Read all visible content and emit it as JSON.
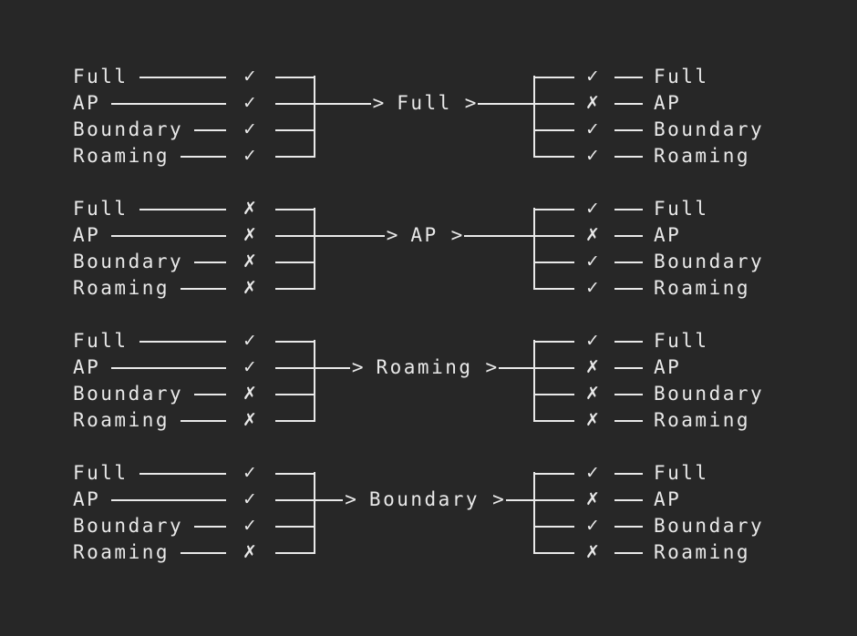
{
  "colors": {
    "background": "#272727",
    "foreground": "#e9e9e9"
  },
  "glyphs": {
    "arrow_head": ">",
    "check": "✓",
    "cross": "✗"
  },
  "groups": [
    {
      "transition": "Full",
      "inputs": [
        {
          "label": "Full",
          "mark": "✓"
        },
        {
          "label": "AP",
          "mark": "✓"
        },
        {
          "label": "Boundary",
          "mark": "✓"
        },
        {
          "label": "Roaming",
          "mark": "✓"
        }
      ],
      "outputs": [
        {
          "label": "Full",
          "mark": "✓"
        },
        {
          "label": "AP",
          "mark": "✗"
        },
        {
          "label": "Boundary",
          "mark": "✓"
        },
        {
          "label": "Roaming",
          "mark": "✓"
        }
      ]
    },
    {
      "transition": "AP",
      "inputs": [
        {
          "label": "Full",
          "mark": "✗"
        },
        {
          "label": "AP",
          "mark": "✗"
        },
        {
          "label": "Boundary",
          "mark": "✗"
        },
        {
          "label": "Roaming",
          "mark": "✗"
        }
      ],
      "outputs": [
        {
          "label": "Full",
          "mark": "✓"
        },
        {
          "label": "AP",
          "mark": "✗"
        },
        {
          "label": "Boundary",
          "mark": "✓"
        },
        {
          "label": "Roaming",
          "mark": "✓"
        }
      ]
    },
    {
      "transition": "Roaming",
      "inputs": [
        {
          "label": "Full",
          "mark": "✓"
        },
        {
          "label": "AP",
          "mark": "✓"
        },
        {
          "label": "Boundary",
          "mark": "✗"
        },
        {
          "label": "Roaming",
          "mark": "✗"
        }
      ],
      "outputs": [
        {
          "label": "Full",
          "mark": "✓"
        },
        {
          "label": "AP",
          "mark": "✗"
        },
        {
          "label": "Boundary",
          "mark": "✗"
        },
        {
          "label": "Roaming",
          "mark": "✗"
        }
      ]
    },
    {
      "transition": "Boundary",
      "inputs": [
        {
          "label": "Full",
          "mark": "✓"
        },
        {
          "label": "AP",
          "mark": "✓"
        },
        {
          "label": "Boundary",
          "mark": "✓"
        },
        {
          "label": "Roaming",
          "mark": "✗"
        }
      ],
      "outputs": [
        {
          "label": "Full",
          "mark": "✓"
        },
        {
          "label": "AP",
          "mark": "✗"
        },
        {
          "label": "Boundary",
          "mark": "✓"
        },
        {
          "label": "Roaming",
          "mark": "✗"
        }
      ]
    }
  ]
}
